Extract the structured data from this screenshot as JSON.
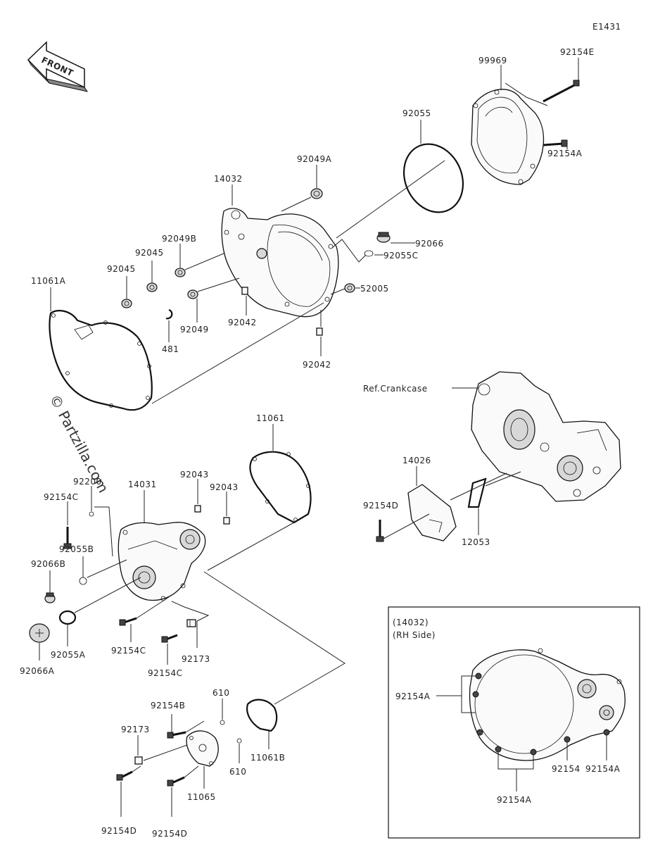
{
  "diagram_code": "E1431",
  "front_arrow_label": "FRONT",
  "watermark": "© Partzilla.com",
  "ref_label": "Ref.Crankcase",
  "inset": {
    "title_line1": "(14032)",
    "title_line2": "(RH Side)"
  },
  "parts": {
    "p99969": "99969",
    "p92154E": "92154E",
    "p92055": "92055",
    "p92154A_top": "92154A",
    "p92049A": "92049A",
    "p14032": "14032",
    "p92066": "92066",
    "p92055C": "92055C",
    "p92049B": "92049B",
    "p92045_a": "92045",
    "p92045_b": "92045",
    "p11061A": "11061A",
    "p52005": "52005",
    "p92049": "92049",
    "p92042_a": "92042",
    "p481": "481",
    "p92042_b": "92042",
    "p11061": "11061",
    "p92043_a": "92043",
    "p92043_b": "92043",
    "p92200": "92200",
    "p14031": "14031",
    "p92154C_a": "92154C",
    "p14026": "14026",
    "p92154D_a": "92154D",
    "p12053": "12053",
    "p92055B": "92055B",
    "p92066B": "92066B",
    "p92055A": "92055A",
    "p92154C_b": "92154C",
    "p92173_a": "92173",
    "p92154C_c": "92154C",
    "p92066A": "92066A",
    "p610_a": "610",
    "p92154B": "92154B",
    "p92173_b": "92173",
    "p11061B": "11061B",
    "p610_b": "610",
    "p92154D_b": "92154D",
    "p11065": "11065",
    "p92154D_c": "92154D",
    "inset_92154A_left": "92154A",
    "inset_92154": "92154",
    "inset_92154A_right": "92154A",
    "inset_92154A_bottom": "92154A"
  }
}
